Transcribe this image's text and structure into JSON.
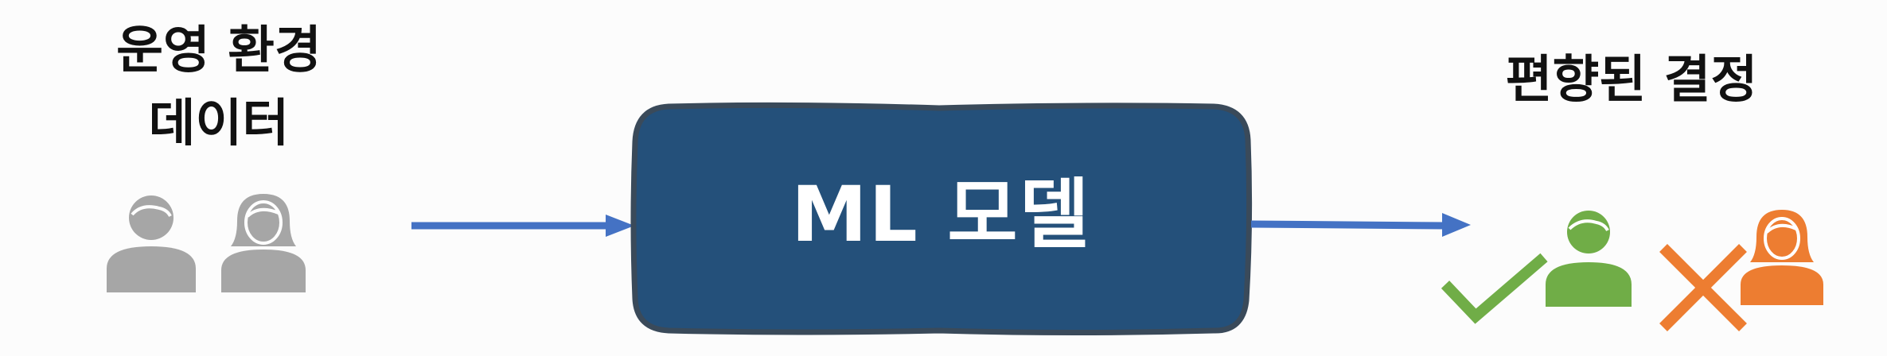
{
  "input": {
    "label_line1": "운영 환경",
    "label_line2": "데이터",
    "icons": [
      "male-person-icon",
      "female-person-icon"
    ]
  },
  "model": {
    "label": "ML 모델",
    "color": "#24507a"
  },
  "output": {
    "label": "편향된 결정",
    "icons": [
      "checkmark-icon",
      "male-person-icon",
      "cross-icon",
      "female-person-icon"
    ]
  },
  "colors": {
    "arrow": "#4472c4",
    "neutral_person": "#a6a6a6",
    "accepted": "#70ad47",
    "rejected": "#ed7d31"
  }
}
